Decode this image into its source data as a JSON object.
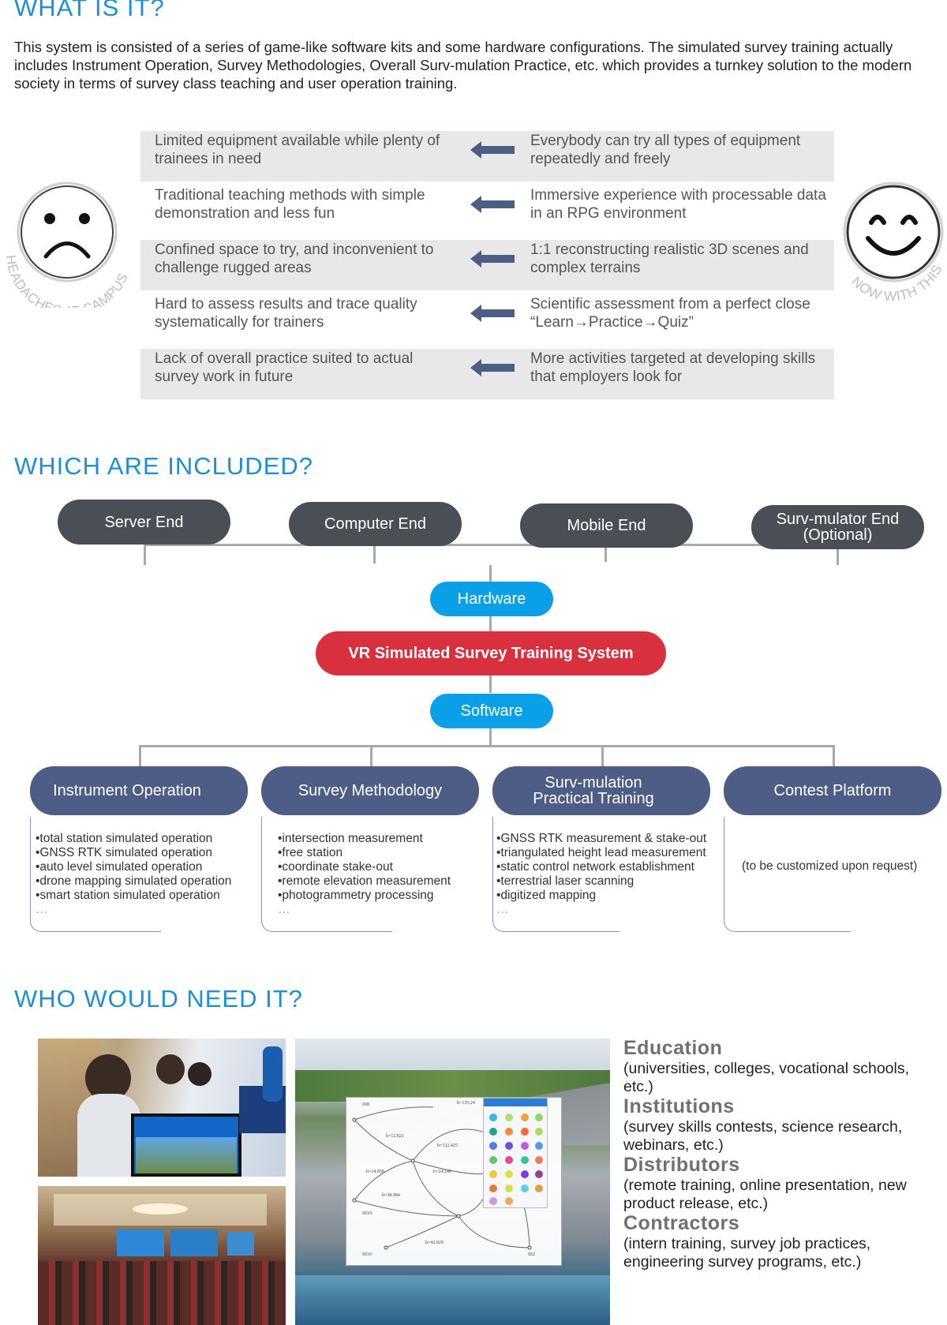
{
  "sections": {
    "what": "WHAT IS IT?",
    "which": "WHICH ARE INCLUDED?",
    "who": "WHO WOULD NEED IT?"
  },
  "intro": "This system is consisted of a series of game-like software kits and some hardware configurations. The simulated survey training actually includes Instrument Operation, Survey Methodologies, Overall Surv-mulation Practice, etc. which provides a turnkey solution to the modern society in terms of survey class teaching and user operation training.",
  "comparison": [
    {
      "left": "Limited equipment available while plenty of trainees in need",
      "right": "Everybody can try all types of equipment repeatedly and freely"
    },
    {
      "left": "Traditional teaching methods with simple demonstration and less fun",
      "right": "Immersive experience with processable data in an RPG environment"
    },
    {
      "left": "Confined space to try, and inconvenient to challenge rugged areas",
      "right": "1:1 reconstructing realistic 3D scenes and complex terrains"
    },
    {
      "left": "Hard to assess results and trace quality systematically for trainers",
      "right": "Scientific assessment from a perfect close “Learn→Practice→Quiz”"
    },
    {
      "left": "Lack of overall practice suited to actual survey work in future",
      "right": "More activities targeted at developing skills that employers look for"
    }
  ],
  "faces": {
    "sad_label": "HEADACHES AT CAMPUS",
    "happy_label": "NOW WITH THIS"
  },
  "ends": [
    "Server End",
    "Computer End",
    "Mobile End",
    "Surv-mulator End\n(Optional)"
  ],
  "hardware": "Hardware",
  "system": "VR Simulated Survey Training System",
  "software": "Software",
  "modules": [
    {
      "title": "Instrument Operation",
      "items": [
        "•total station simulated operation",
        "•GNSS RTK simulated operation",
        "•auto level simulated operation",
        "•drone mapping simulated operation",
        "•smart station simulated operation",
        "…"
      ]
    },
    {
      "title": "Survey Methodology",
      "items": [
        "•intersection measurement",
        "•free station",
        "•coordinate stake-out",
        "•remote elevation measurement",
        "•photogrammetry processing",
        "…"
      ]
    },
    {
      "title": "Surv-mulation\nPractical Training",
      "items": [
        "•GNSS RTK measurement & stake-out",
        "•triangulated height lead measurement",
        "•static control network establishment",
        "•terrestrial laser scanning",
        "•digitized mapping",
        "…"
      ]
    },
    {
      "title": "Contest Platform",
      "note": "(to be customized upon request)"
    }
  ],
  "audiences": [
    {
      "title": "Education",
      "desc": "(universities, colleges, vocational schools, etc.)"
    },
    {
      "title": "Institutions",
      "desc": "(survey skills contests, science research, webinars, etc.)"
    },
    {
      "title": "Distributors",
      "desc": "(remote training, online presentation, new product release, etc.)"
    },
    {
      "title": "Contractors",
      "desc": "(intern training, survey job practices, engineering survey programs, etc.)"
    }
  ],
  "colors": {
    "heading": "#1c8fd6",
    "dark_pill": "#4a4f55",
    "blue_pill": "#0aa0e8",
    "red_pill": "#d9303f",
    "module_tab": "#4e5d86",
    "arrow": "#4e5d86"
  }
}
